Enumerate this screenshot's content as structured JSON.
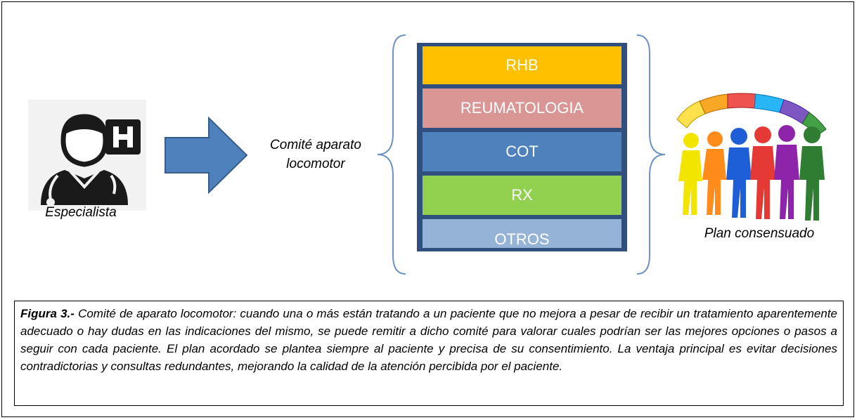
{
  "left": {
    "label": "Especialista",
    "badge": "H"
  },
  "middle": {
    "label_line1": "Comité aparato",
    "label_line2": "locomotor"
  },
  "stack": [
    {
      "label": "RHB",
      "color": "#ffc000"
    },
    {
      "label": "REUMATOLOGIA",
      "color": "#d99694"
    },
    {
      "label": "COT",
      "color": "#4f81bd"
    },
    {
      "label": "RX",
      "color": "#92d050"
    },
    {
      "label": "OTROS",
      "color": "#95b3d7"
    }
  ],
  "right": {
    "label": "Plan consensuado"
  },
  "caption": {
    "lead": "Figura 3.-",
    "text": " Comité de aparato locomotor: cuando una o más están tratando a un paciente que no mejora a pesar de recibir un tratamiento aparentemente adecuado o hay dudas en las indicaciones del mismo, se puede remitir a dicho comité para valorar cuales podrían ser las mejores opciones o pasos a seguir con cada paciente. El plan acordado se plantea siempre al paciente y precisa de su consentimiento. La ventaja principal es evitar decisiones contradictorias y consultas redundantes, mejorando la calidad de la atención percibida por el  paciente."
  },
  "colors": {
    "arrow": "#4f81bd",
    "arrow_border": "#385d8a",
    "brace": "#6f93c0",
    "figure_bg": "#f2f2f2"
  }
}
